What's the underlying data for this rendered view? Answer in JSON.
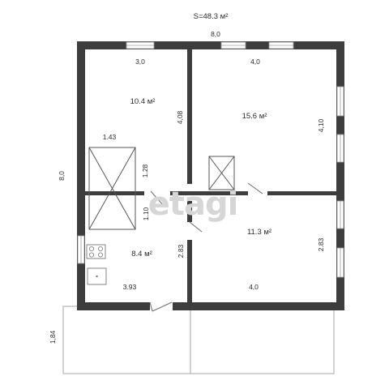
{
  "total_area": "S=48.3 м²",
  "overall_width": "8,0",
  "overall_height": "8,0",
  "watermark": "etagi",
  "rooms": [
    {
      "id": "room-top-left",
      "area": "10.4 м²"
    },
    {
      "id": "room-top-right",
      "area": "15.6 м²"
    },
    {
      "id": "room-kitchen",
      "area": "8.4 м²"
    },
    {
      "id": "room-bottom-right",
      "area": "11.3 м²"
    }
  ],
  "dimensions": {
    "top_left_width": "3,0",
    "top_right_width": "4,0",
    "top_left_height": "4,08",
    "top_right_height": "4,10",
    "stair_width": "1.43",
    "stair_height": "1.28",
    "stair_lower": "1.10",
    "corridor_height": "2.83",
    "bottom_right_height": "2.83",
    "kitchen_width": "3.93",
    "bottom_right_width": "4,0",
    "porch_height": "1,84"
  }
}
